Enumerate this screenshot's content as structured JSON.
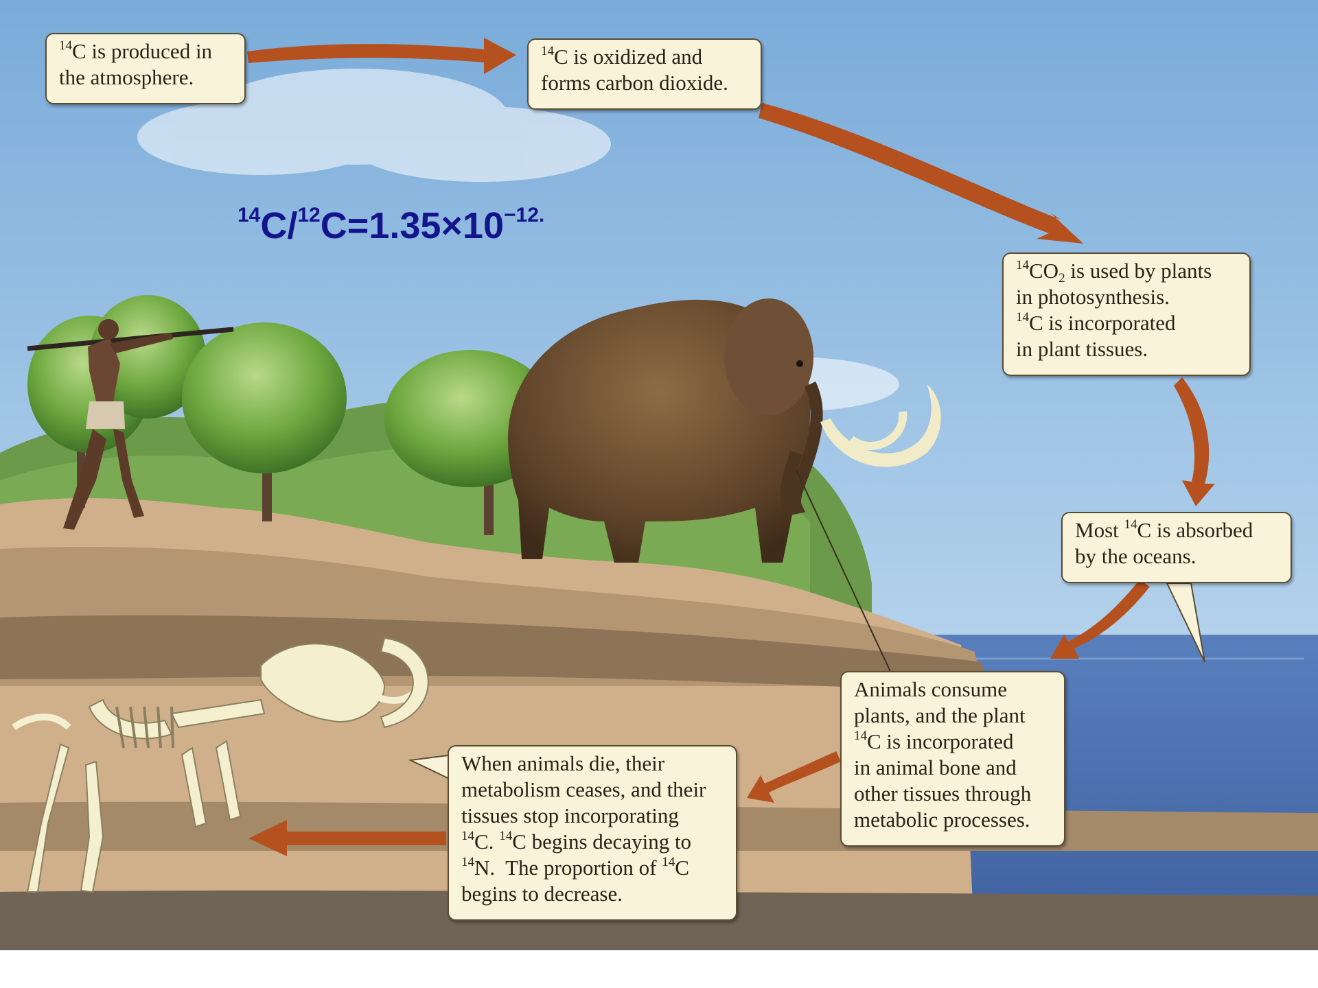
{
  "ratio": {
    "c14_mass": "14",
    "c14_symbol": "C/",
    "c12_mass": "12",
    "c12_symbol": "C=1.35×10",
    "exponent": "−12."
  },
  "boxes": {
    "produced": {
      "line1_mass": "14",
      "line1_rest": "C is produced in",
      "line2": "the atmosphere."
    },
    "oxidized": {
      "line1_mass": "14",
      "line1_rest": "C is oxidized and",
      "line2": "forms carbon dioxide."
    },
    "photosynthesis": {
      "line1_mass": "14",
      "line1_a": "CO",
      "line1_sub": "2",
      "line1_b": " is used by plants",
      "line2": "in photosynthesis.",
      "line3_mass": "14",
      "line3_rest": "C is incorporated",
      "line4": "in plant tissues."
    },
    "oceans": {
      "line1_a": "Most ",
      "line1_mass": "14",
      "line1_rest": "C is absorbed",
      "line2": "by the oceans."
    },
    "animals": {
      "line1": "Animals consume",
      "line2": "plants, and the plant",
      "line3_mass": "14",
      "line3_rest": "C is incorporated",
      "line4": "in animal bone and",
      "line5": "other tissues through",
      "line6": "metabolic processes."
    },
    "death": {
      "line1": "When animals die, their",
      "line2": "metabolism ceases, and their",
      "line3": "tissues stop incorporating",
      "line4_mass_a": "14",
      "line4_a": "C. ",
      "line4_mass_b": "14",
      "line4_b": "C begins decaying to",
      "line5_mass_a": "14",
      "line5_a": "N.  The proportion of ",
      "line5_mass_b": "14",
      "line5_b": "C",
      "line6": "begins to decrease."
    }
  },
  "colors": {
    "arrow": "#b5501f",
    "box_fill": "#f9f3d9",
    "ratio_text": "#14148c",
    "sky_top": "#7fb0dc",
    "ocean": "#4f73b0"
  }
}
